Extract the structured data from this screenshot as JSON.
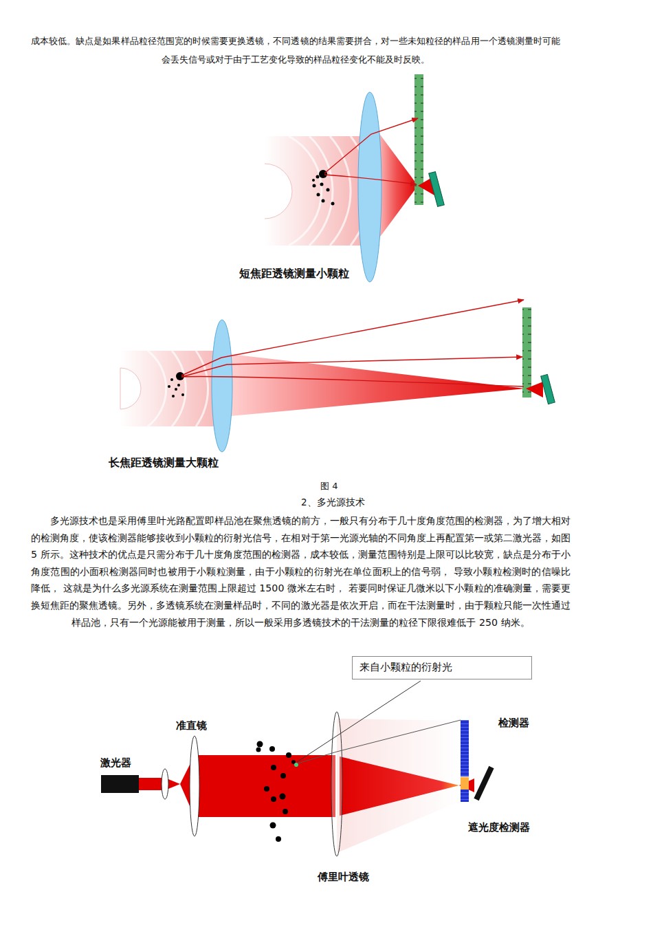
{
  "diagram": {
    "nodes": [
      {
        "text": [
          "来自小颗粒的衍射光"
        ]
      }
    ],
    "labels": [
      "成本较低。缺点是如果样品粒径范围宽的时候需要更换透镜，不同透镜的结果需要拼合，对一些未知粒径的样品用一个透镜测量时可能会丢失信号或对于由于工艺变化导致的样品粒径变化不能及时反映。",
      "短焦距透镜测量小颗粒",
      "长焦距透镜测量大颗粒",
      "图 4",
      "2、多光源技术",
      "多光源技术也是采用傅里叶光路配置即样品池在聚焦透镜的前方，一般只有分布于几十度角度范围的检测器，为了增大相对的检测角度，使该检测器能够接收到小颗粒的衍射光信号，在相对于第一光源光轴的不同角度上再配置第一或第二激光器，如图 5 所示。这种技术的优点是只需分布于几十度角度范围的检测器，成本较低，测量范围特别是上限可以比较宽，缺点是分布于小角度范围的小面积检测器同时也被用于小颗粒测量，由于小颗粒的衍射光在单位面积上的信号弱， 导致小颗粒检测时的信噪比降低， 这就是为什么多光源系统在测量范围上限超过 1500 微米左右时， 若要同时保证几微米以下小颗粒的准确测量，需要更换短焦距的聚焦透镜。另外，多透镜系统在测量样品时，不同的激光器是依次开启，而在干法测量时，由于颗粒只能一次性通过样品池，只有一个光源能被用于测量，所以一般采用多透镜技术的干法测量的粒径下限很难低于 250 纳米。",
      "准直镜",
      "激光器",
      "检测器",
      "遮光度检测器",
      "傅里叶透镜"
    ]
  }
}
